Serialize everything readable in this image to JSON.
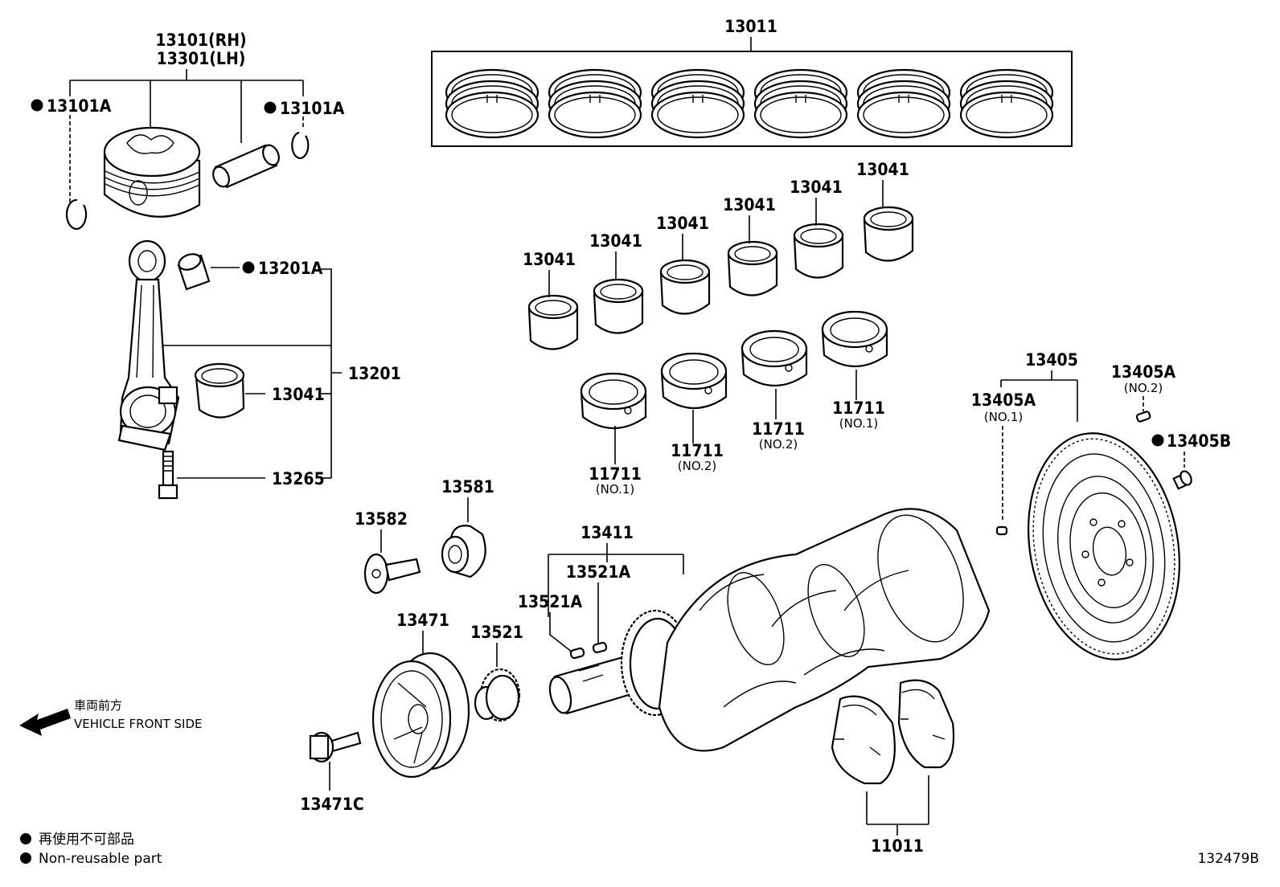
{
  "parts": {
    "piston_rh": "13101(RH)",
    "piston_lh": "13301(LH)",
    "snap_ring_left": "13101A",
    "snap_ring_right": "13101A",
    "rod_bushing": "13201A",
    "conrod_assembly": "13201",
    "conrod_bearing": "13041",
    "conrod_bolt": "13265",
    "piston_ring_set": "13011",
    "upper_bearings": [
      "13041",
      "13041",
      "13041",
      "13041",
      "13041",
      "13041"
    ],
    "main_bearing_1a": "11711",
    "main_bearing_2a": "11711",
    "main_bearing_2b": "11711",
    "main_bearing_1b": "11711",
    "flywheel": "13405",
    "flywheel_pin_1": "13405A",
    "flywheel_pin_2": "13405A",
    "flywheel_bolt": "13405B",
    "crankshaft": "13411",
    "key_a1": "13521A",
    "key_a2": "13521A",
    "pulley_bolt_washer": "13582",
    "pulley_washer": "13581",
    "crank_pulley": "13471",
    "timing_gear": "13521",
    "pulley_bolt": "13471C",
    "thrust_washer": "11011"
  },
  "labels": {
    "no1": "(NO.1)",
    "no2": "(NO.2)",
    "front_jp": "車両前方",
    "front_en": "VEHICLE FRONT SIDE",
    "legend_jp": "再使用不可部品",
    "legend_en": "Non-reusable part",
    "figure_id": "132479B"
  }
}
